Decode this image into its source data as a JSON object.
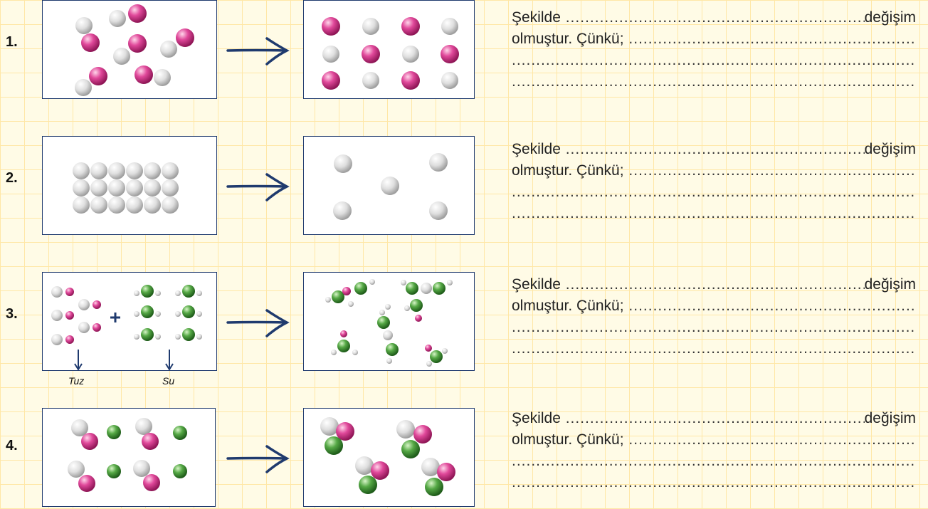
{
  "items": [
    {
      "number": "1.",
      "line1_start": "Şekilde",
      "line1_end": "değişim",
      "line2_start": "olmuştur. Çünkü;"
    },
    {
      "number": "2.",
      "line1_start": "Şekilde",
      "line1_end": "değişim",
      "line2_start": "olmuştur. Çünkü;"
    },
    {
      "number": "3.",
      "line1_start": "Şekilde",
      "line1_end": "değişim",
      "line2_start": "olmuştur. Çünkü;"
    },
    {
      "number": "4.",
      "line1_start": "Şekilde",
      "line1_end": "değişim",
      "line2_start": "olmuştur. Çünkü;"
    }
  ],
  "labels": {
    "tuz": "Tuz",
    "su": "Su"
  },
  "colors": {
    "magenta": "#d63c8e",
    "grey": "#d8d8d8",
    "green": "#4a9a3c",
    "frame": "#1f3a6e",
    "grid": "#ffe7a6"
  }
}
